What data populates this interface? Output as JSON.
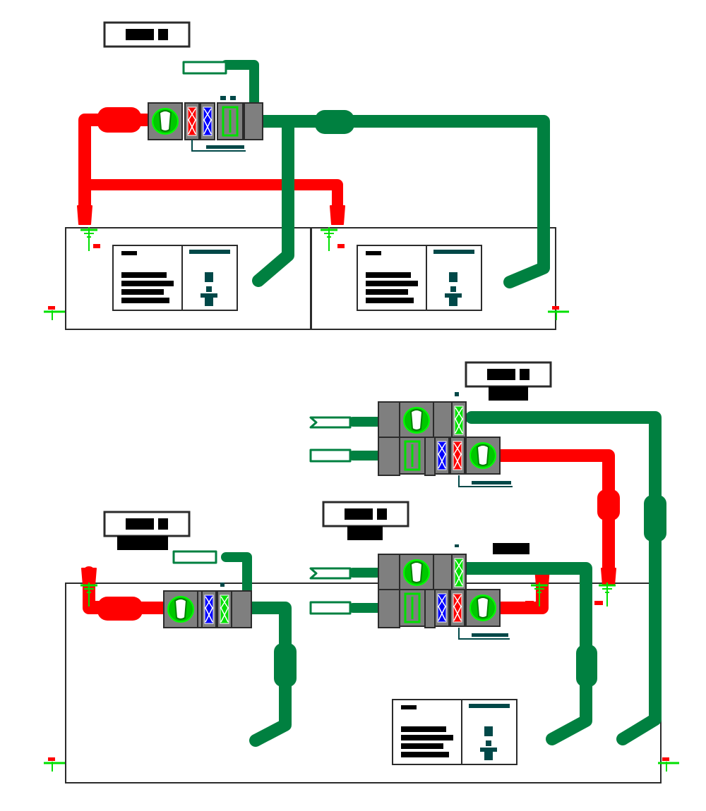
{
  "colors": {
    "supply": "#ff0000",
    "return": "#008040",
    "outline": "#2b2b2b",
    "casing": "#7f7f7f",
    "coil_green": "#00e000",
    "filter_blue": "#0000ff",
    "label_black": "#000000",
    "teal": "#004848",
    "background": "#ffffff"
  },
  "labels": {
    "tag_top": "",
    "tag_upper_right": "",
    "tag_middle": "",
    "tag_left": "",
    "tag_small": ""
  },
  "icons": [
    "fan-icon",
    "heating-coil-icon",
    "filter-icon",
    "cooling-coil-icon",
    "ground-symbol-icon",
    "duct-inlet-icon",
    "duct-outlet-icon"
  ],
  "rooms": [
    "room-upper-left",
    "room-upper-right",
    "room-lower"
  ],
  "units": [
    "ahu-top",
    "ahu-upper-right-a",
    "ahu-upper-right-b",
    "ahu-middle-a",
    "ahu-middle-b",
    "ahu-left"
  ]
}
